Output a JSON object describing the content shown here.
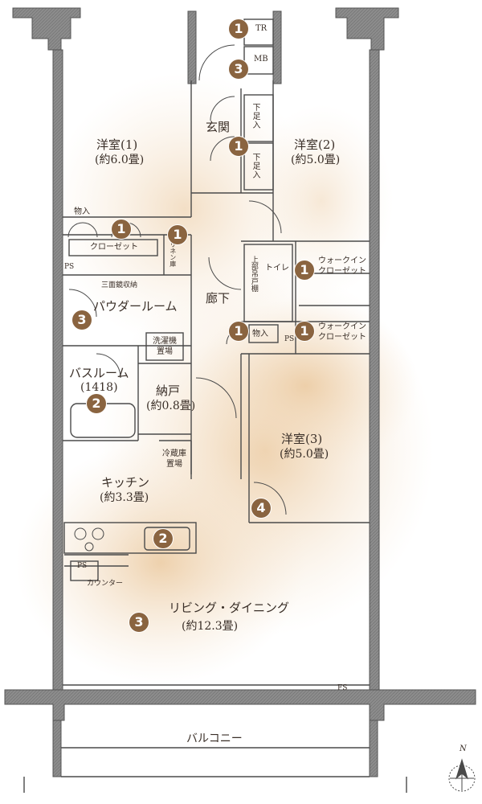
{
  "rooms": {
    "western1": {
      "name": "洋室(1)",
      "size": "(約6.0畳)"
    },
    "western2": {
      "name": "洋室(2)",
      "size": "(約5.0畳)"
    },
    "western3": {
      "name": "洋室(3)",
      "size": "(約5.0畳)"
    },
    "entrance": "玄関",
    "hallway": "廊下",
    "powder": "パウダールーム",
    "bath": {
      "name": "バスルーム",
      "size": "(1418)"
    },
    "storage": {
      "name": "納戸",
      "size": "(約0.8畳)"
    },
    "kitchen": {
      "name": "キッチン",
      "size": "(約3.3畳)"
    },
    "living": {
      "name": "リビング・ダイニング",
      "size": "(約12.3畳)"
    },
    "balcony": "バルコニー"
  },
  "fixtures": {
    "tr": "TR",
    "mb": "MB",
    "shoe_upper": "下足入",
    "shoe_lower": "下足入",
    "closet_storage": "物入",
    "closet": "クローゼット",
    "linen": "リネン庫",
    "ps_left": "PS",
    "mirror": "三面鏡収納",
    "washer": "洗濯機置場",
    "fridge": "冷蔵庫置場",
    "counter": "カウンター",
    "ps_counter": "PS",
    "upper_cabinet": "上部吊戸棚",
    "toilet": "トイレ",
    "wic1": "ウォークインクローゼット",
    "wic2": "ウォークインクローゼット",
    "storage_hall": "物入",
    "ps_hall": "PS",
    "fs": "FS",
    "north": "N"
  },
  "badges": [
    "1",
    "3",
    "1",
    "1",
    "1",
    "3",
    "2",
    "1",
    "1",
    "1",
    "4",
    "2",
    "3"
  ],
  "colors": {
    "wall": "#888888",
    "wall_stroke": "#555555",
    "floor_warm": "#f3dcc0",
    "badge": "#8a6440",
    "text": "#3a2f28",
    "line": "#4a4a4a"
  }
}
